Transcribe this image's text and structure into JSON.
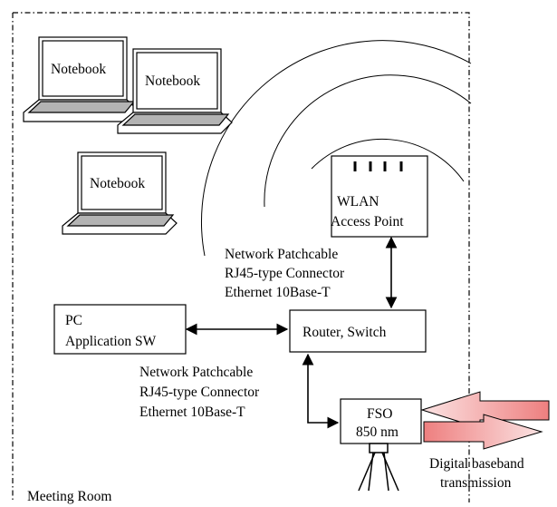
{
  "notebooks": [
    {
      "label": "Notebook"
    },
    {
      "label": "Notebook"
    },
    {
      "label": "Notebook"
    }
  ],
  "wlan": {
    "line1": "WLAN",
    "line2": "Access Point"
  },
  "router": {
    "label": "Router, Switch"
  },
  "pc": {
    "line1": "PC",
    "line2": "Application SW"
  },
  "fso": {
    "line1": "FSO",
    "line2": "850 nm"
  },
  "cable_upper": {
    "line1": "Network Patchcable",
    "line2": "RJ45-type Connector",
    "line3": "Ethernet 10Base-T"
  },
  "cable_lower": {
    "line1": "Network Patchcable",
    "line2": "RJ45-type Connector",
    "line3": "Ethernet 10Base-T"
  },
  "transmission": {
    "line1": "Digital baseband",
    "line2": "transmission"
  },
  "room": {
    "label": "Meeting Room"
  },
  "colors": {
    "beam_fill": "#f08a8a",
    "beam_light": "#fbe3e3",
    "line": "#000000"
  }
}
